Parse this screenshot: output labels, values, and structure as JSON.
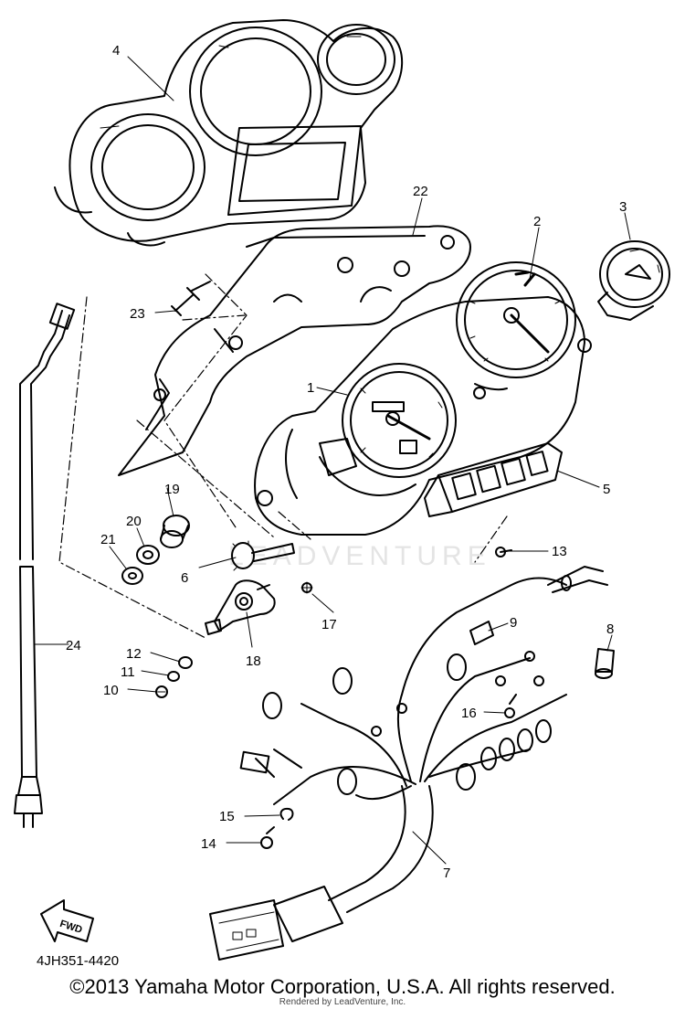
{
  "diagram": {
    "part_code": "4JH351-4420",
    "fwd_label": "FWD",
    "watermark": "LEADVENTURE",
    "callouts": [
      "1",
      "2",
      "3",
      "4",
      "5",
      "6",
      "7",
      "8",
      "9",
      "10",
      "11",
      "12",
      "13",
      "14",
      "15",
      "16",
      "17",
      "18",
      "19",
      "20",
      "21",
      "22",
      "23",
      "24"
    ]
  },
  "footer": {
    "copyright": "©2013 Yamaha Motor Corporation, U.S.A. All rights reserved.",
    "rendered_by": "Rendered by LeadVenture, Inc."
  }
}
